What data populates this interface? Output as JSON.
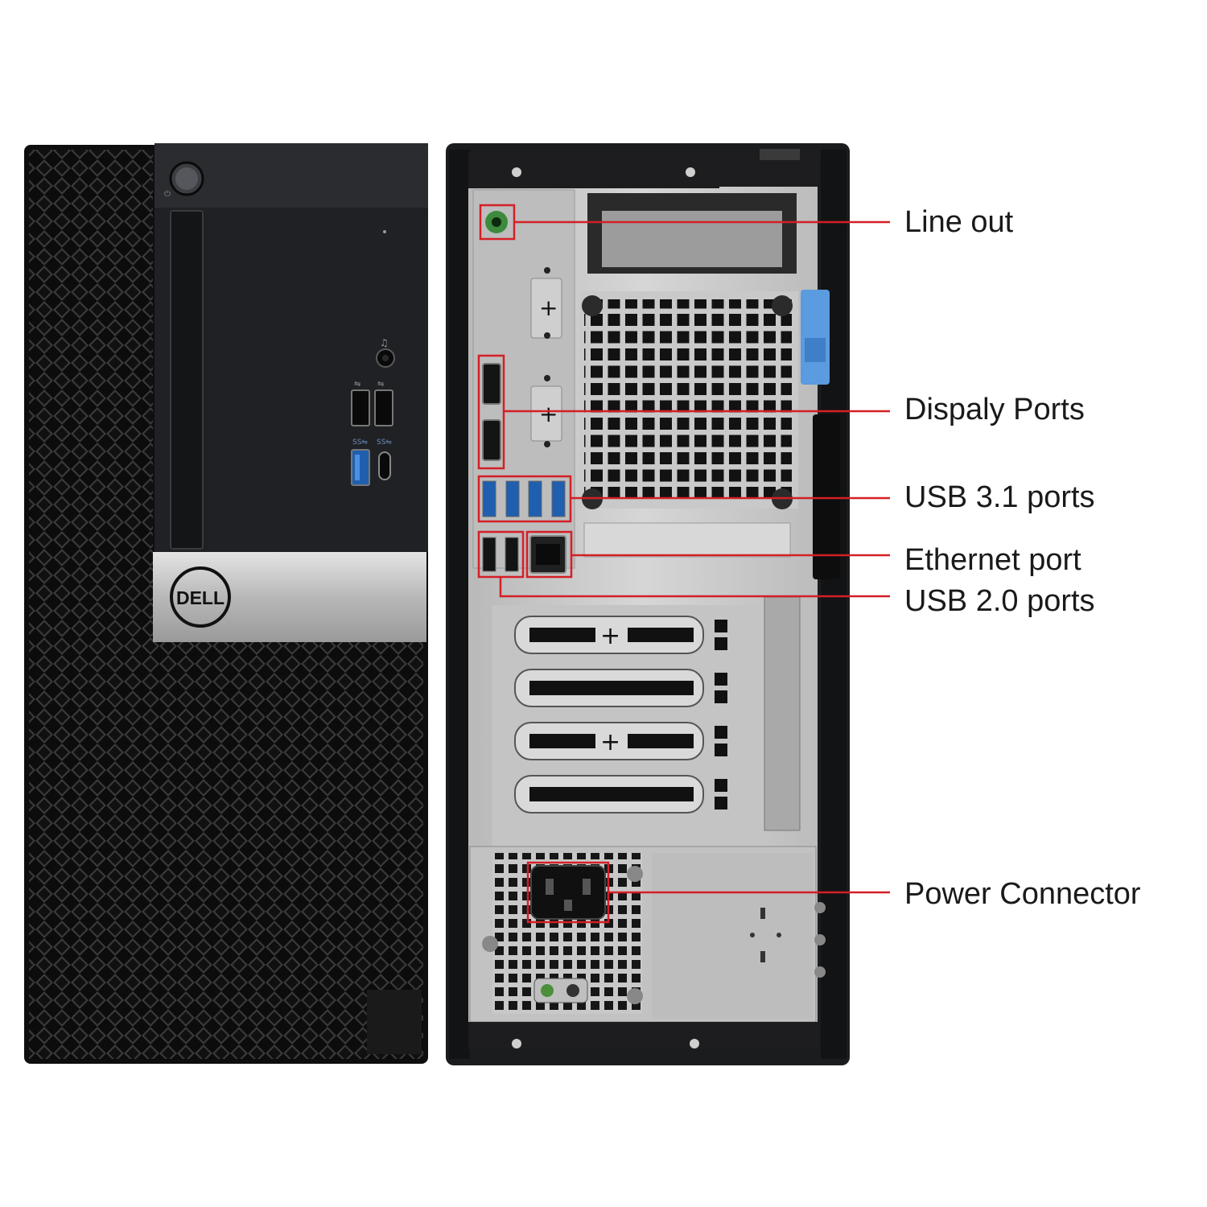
{
  "brand": {
    "logo_text": "DELL"
  },
  "annotation_color": "#d41f26",
  "labels": {
    "line_out": "Line out",
    "display_ports": "Dispaly Ports",
    "usb31_ports": "USB 3.1 ports",
    "ethernet_port": "Ethernet port",
    "usb20_ports": "USB 2.0 ports",
    "power_connector": "Power Connector"
  },
  "icons": {
    "power_button": "power-button-icon",
    "headset_jack": "headset-icon",
    "usb_symbol": "usb-icon",
    "superspeed_symbol": "ss-usb-icon"
  }
}
